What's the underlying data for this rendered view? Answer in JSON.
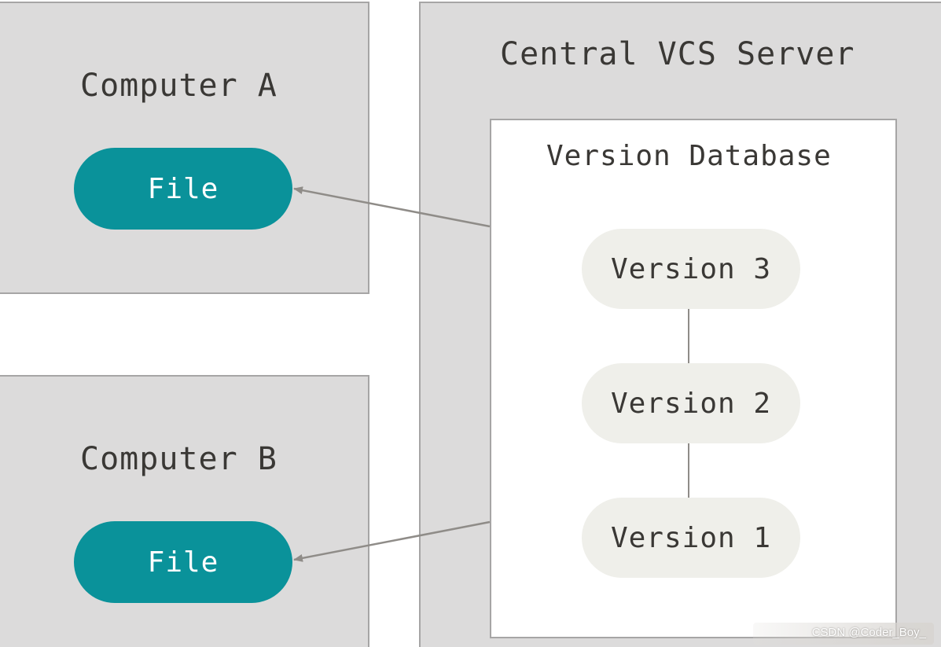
{
  "computer_a": {
    "title": "Computer A",
    "file_label": "File"
  },
  "computer_b": {
    "title": "Computer B",
    "file_label": "File"
  },
  "server": {
    "title": "Central VCS Server",
    "database": {
      "title": "Version Database",
      "versions": [
        "Version 3",
        "Version 2",
        "Version 1"
      ]
    }
  },
  "watermark": "CSDN @Coder_Boy_",
  "colors": {
    "panel_fill": "#dcdbdb",
    "panel_border": "#a6a5a5",
    "file_fill": "#0a929a",
    "version_fill": "#efefea",
    "text": "#3a3835",
    "arrow": "#8f8c88"
  }
}
